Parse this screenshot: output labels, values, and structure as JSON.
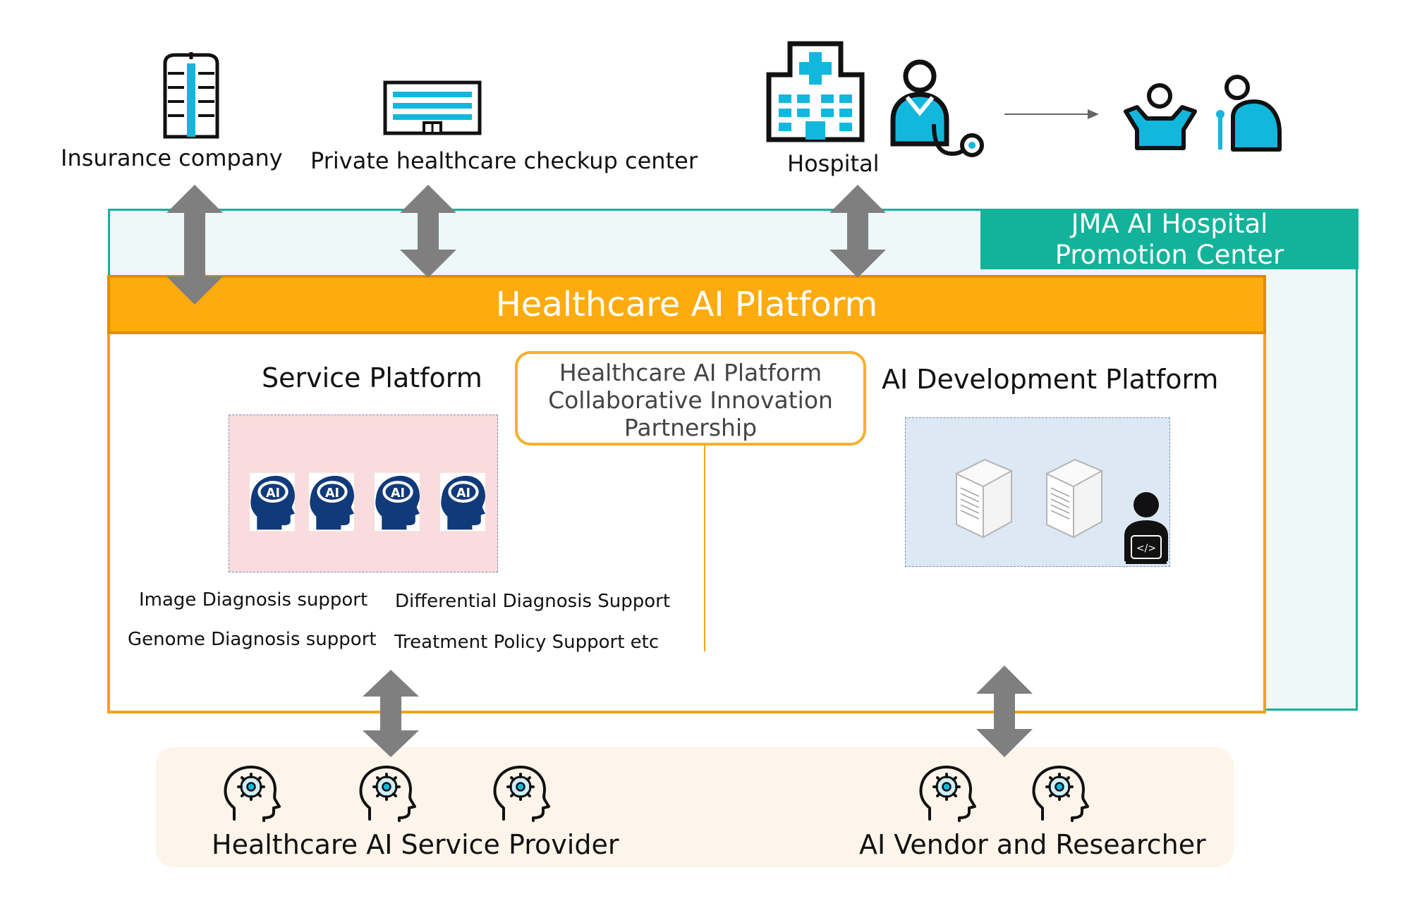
{
  "top": {
    "insurance_label": "Insurance company",
    "checkup_label": "Private healthcare checkup center",
    "hospital_label": "Hospital"
  },
  "promotion_center": {
    "line1": "JMA AI Hospital",
    "line2": "Promotion Center"
  },
  "platform": {
    "title": "Healthcare AI Platform",
    "service_title": "Service Platform",
    "dev_title": "AI Development Platform",
    "partnership_line1": "Healthcare AI Platform",
    "partnership_line2": "Collaborative Innovation",
    "partnership_line3": "Partnership",
    "ai_badge": "AI"
  },
  "services": {
    "image": "Image Diagnosis support",
    "genome": "Genome Diagnosis support",
    "differential": "Differential Diagnosis Support",
    "treatment": "Treatment Policy Support etc"
  },
  "bottom": {
    "provider_label": "Healthcare AI Service Provider",
    "vendor_label": "AI Vendor and Researcher"
  },
  "icons": {
    "insurance": "office-building-icon",
    "checkup": "clinic-building-icon",
    "hospital": "hospital-icon",
    "doctor": "doctor-stethoscope-icon",
    "patient": "patient-icon",
    "ai_head": "ai-head-icon",
    "server": "server-icon",
    "developer": "developer-laptop-icon",
    "mind": "head-gear-icon"
  },
  "colors": {
    "accent_orange": "#fdab0f",
    "accent_green": "#12b39a",
    "cyan": "#12b7dd",
    "navy": "#113a7a",
    "arrow_gray": "#7f7f7f"
  }
}
